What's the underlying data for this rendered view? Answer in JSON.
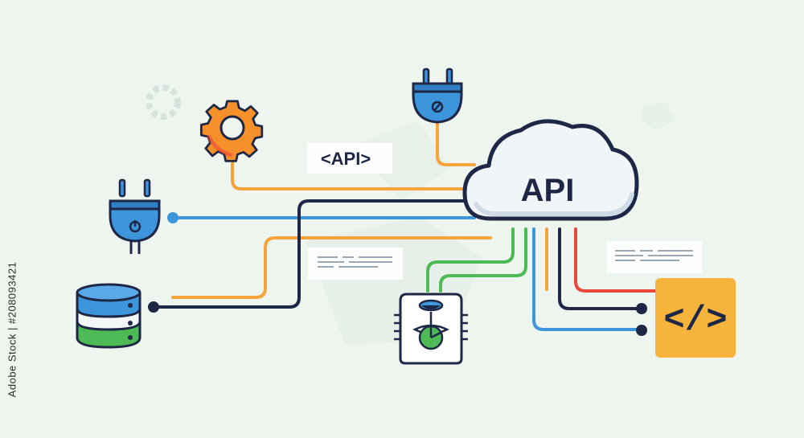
{
  "cloud": {
    "label": "API"
  },
  "floating_tag": {
    "label": "<API>"
  },
  "code_box": {
    "label": "</>"
  },
  "watermark": {
    "stock_id": "Adobe Stock | #208093421"
  },
  "colors": {
    "background": "#eef4ee",
    "orange": "#f4a43a",
    "blue": "#3d96dc",
    "navy": "#1e2746",
    "green": "#4dba55",
    "red": "#e9483b",
    "code_box": "#f6b43c",
    "cloud_fill": "#f2f5f8",
    "outline": "#1e2746"
  },
  "icons": [
    "gear-icon",
    "plug-icon",
    "plug-icon",
    "database-icon",
    "processor-chip-icon",
    "code-icon",
    "cloud-icon",
    "document-note-icon",
    "document-note-icon"
  ]
}
